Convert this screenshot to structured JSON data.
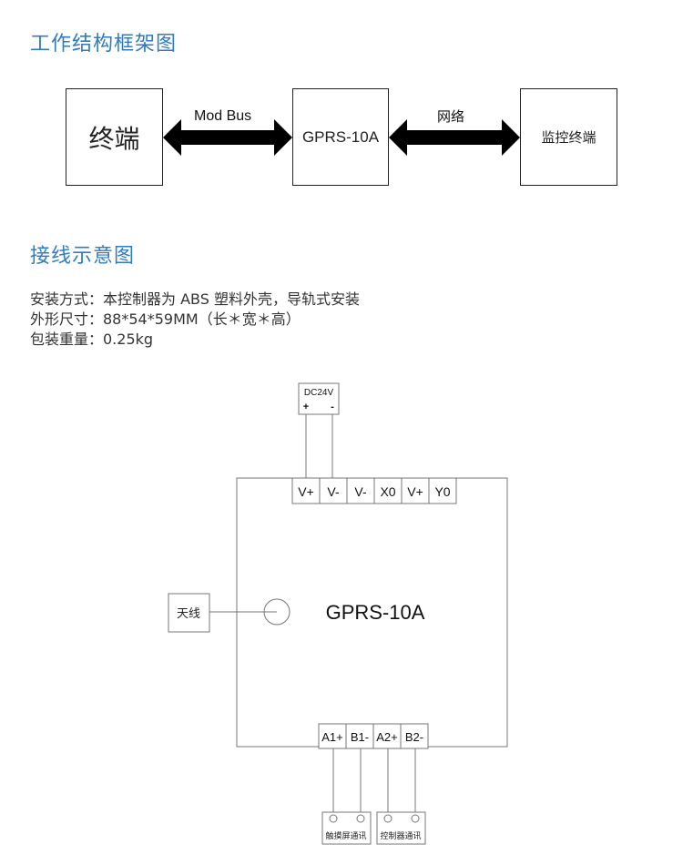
{
  "sections": {
    "structure_title": "工作结构框架图",
    "wiring_title": "接线示意图"
  },
  "structure": {
    "left_box": "终端",
    "middle_box": "GPRS-10A",
    "right_box": "监控终端",
    "left_link": "Mod Bus",
    "right_link": "网络"
  },
  "specs": [
    "安装方式：本控制器为 ABS 塑料外壳，导轨式安装",
    "外形尺寸：88*54*59MM（长＊宽＊高）",
    "包装重量：0.25kg"
  ],
  "wiring": {
    "device_name": "GPRS-10A",
    "power": {
      "label": "DC24V",
      "plus": "+",
      "minus": "-"
    },
    "top_terminals": [
      "V+",
      "V-",
      "V-",
      "X0",
      "V+",
      "Y0"
    ],
    "antenna_label": "天线",
    "bottom_terminals": [
      "A1+",
      "B1-",
      "A2+",
      "B2-"
    ],
    "comm_boxes": [
      "触摸屏通讯",
      "控制器通讯"
    ]
  },
  "colors": {
    "title": "#2f7bc4",
    "line": "#777777",
    "text": "#222222"
  }
}
